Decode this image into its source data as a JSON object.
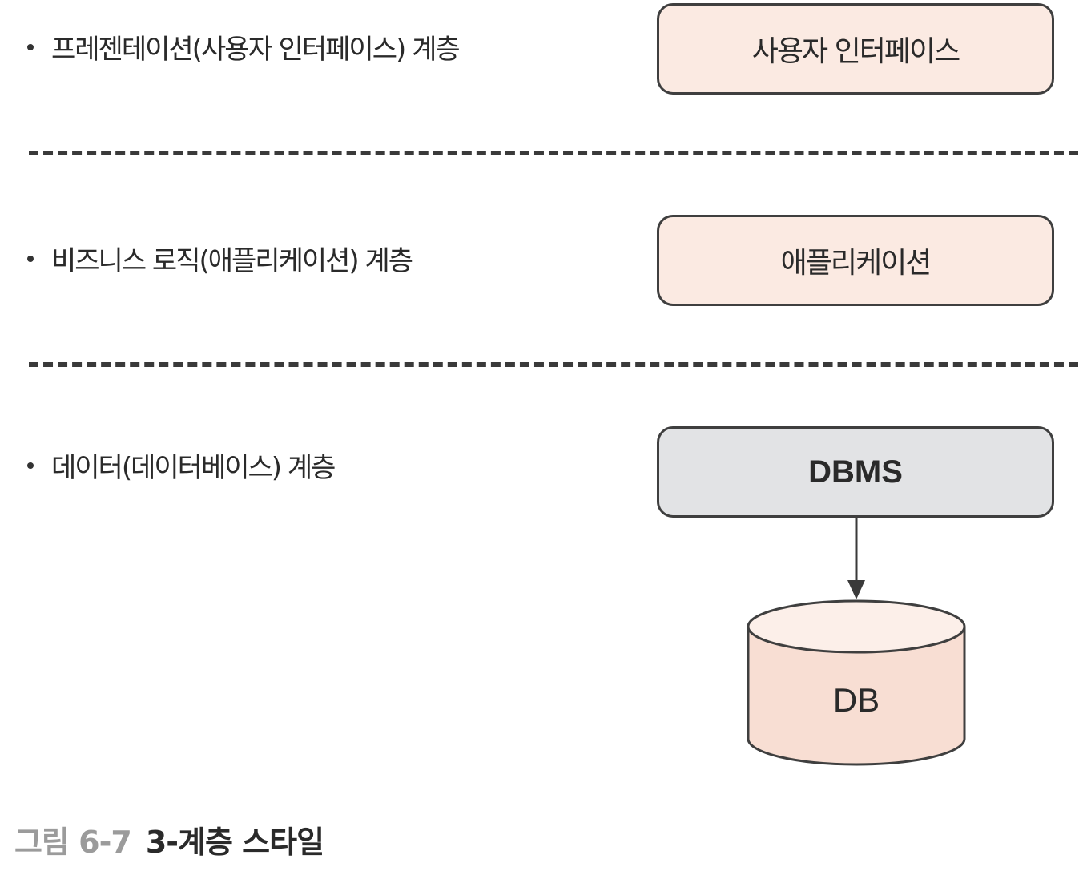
{
  "layers": [
    {
      "label": "프레젠테이션(사용자 인터페이스) 계층",
      "box": "사용자 인터페이스"
    },
    {
      "label": "비즈니스 로직(애플리케이션) 계층",
      "box": "애플리케이션"
    },
    {
      "label": "데이터(데이터베이스) 계층",
      "box": "DBMS"
    }
  ],
  "database": {
    "label": "DB"
  },
  "caption": {
    "number": "그림 6-7",
    "title": "3-계층 스타일"
  },
  "colors": {
    "box_fill": "#fbeae2",
    "dbms_fill": "#e2e3e5",
    "db_fill": "#f8ded3",
    "stroke": "#3f3f3f",
    "caption_number": "#9b9b9b"
  }
}
